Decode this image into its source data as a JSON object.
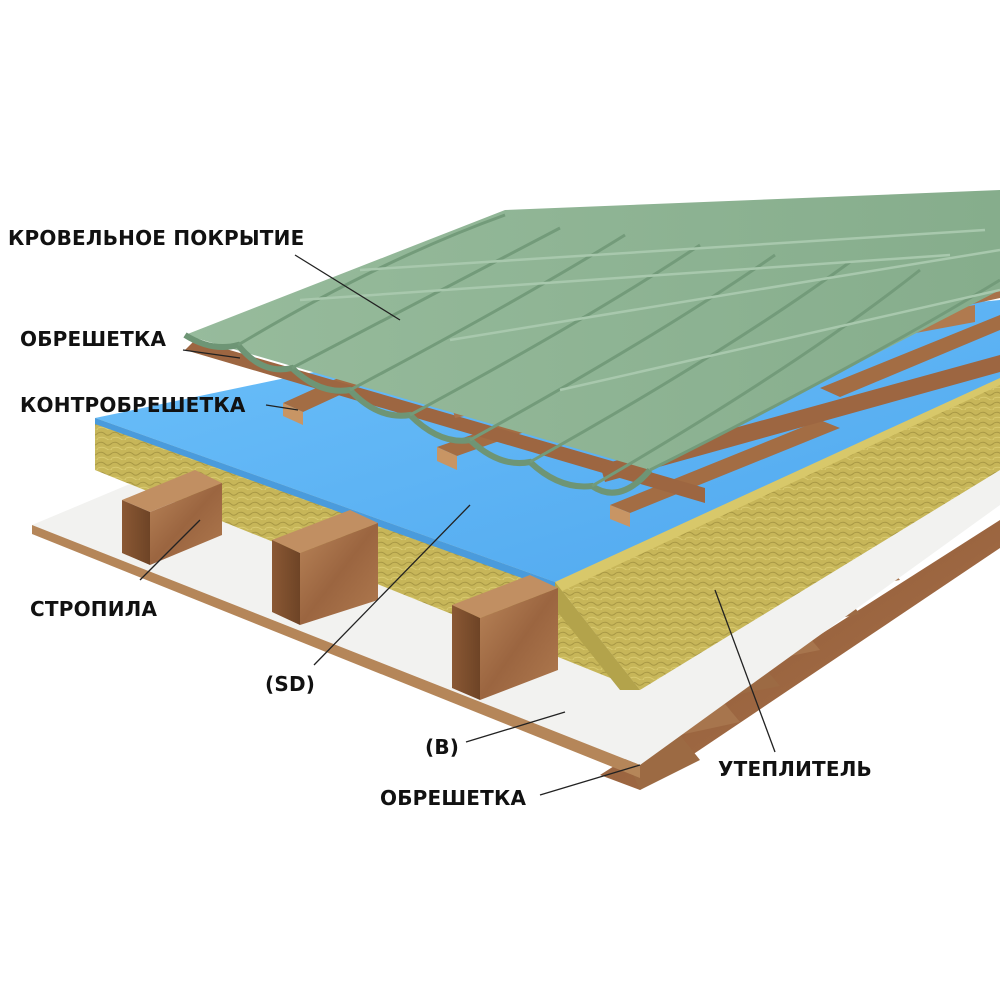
{
  "labels": {
    "roof_covering": "КРОВЕЛЬНОЕ ПОКРЫТИЕ",
    "batten_top": "ОБРЕШЕТКА",
    "counter_batten": "КОНТРОБРЕШЕТКА",
    "rafters": "СТРОПИЛА",
    "membrane_sd": "(SD)",
    "membrane_b": "(B)",
    "insulation": "УТЕПЛИТЕЛЬ",
    "batten_bottom": "ОБРЕШЕТКА"
  },
  "colors": {
    "roof_green": "#8fb394",
    "roof_green_dark": "#6f9676",
    "membrane_blue": "#5fb4f4",
    "insulation_yellow": "#c9b85a",
    "wood": "#a8734a",
    "wood_dark": "#7a4e2c",
    "white_board": "#f1f1ef"
  }
}
